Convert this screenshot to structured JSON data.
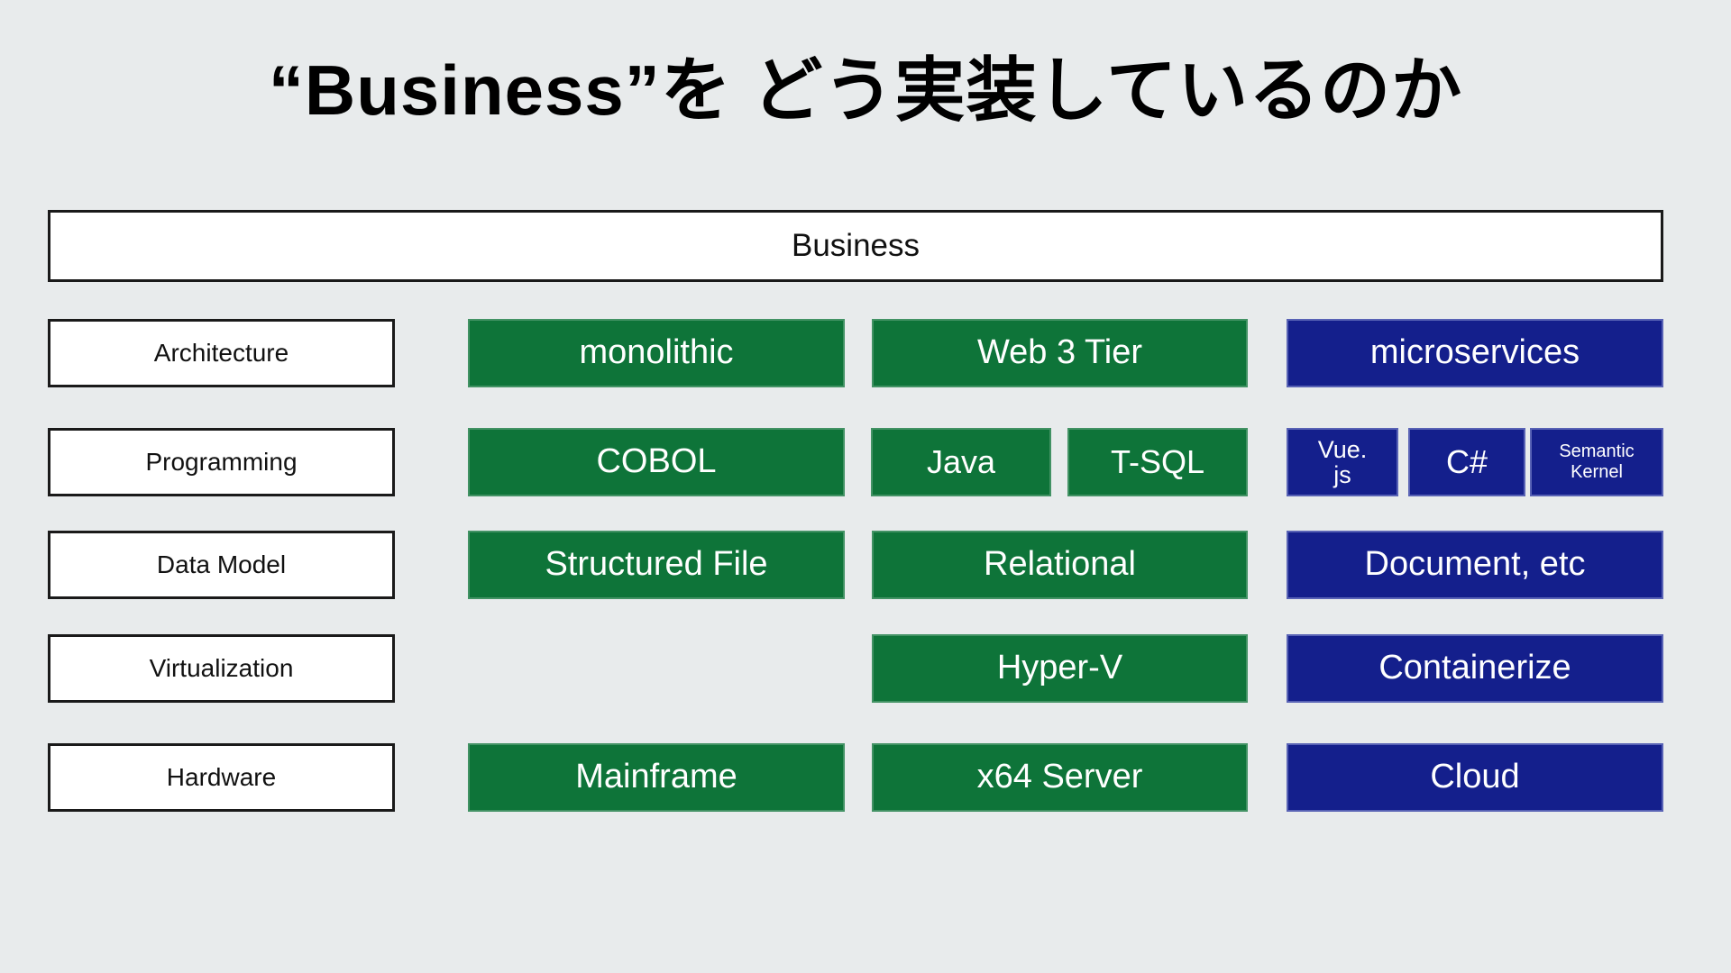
{
  "title": "“Business”を どう実装しているのか",
  "top_bar": {
    "label": "Business"
  },
  "colors": {
    "background": "#E8EBEC",
    "green": "#0E7439",
    "blue": "#141F8C"
  },
  "rows": [
    {
      "label": "Architecture",
      "cells": [
        {
          "lines": [
            "monolithic"
          ],
          "color": "green"
        },
        {
          "lines": [
            "Web 3 Tier"
          ],
          "color": "green"
        },
        {
          "lines": [
            "microservices"
          ],
          "color": "blue"
        }
      ]
    },
    {
      "label": "Programming",
      "cells": [
        {
          "lines": [
            "COBOL"
          ],
          "color": "green"
        },
        {
          "lines": [
            "Java"
          ],
          "color": "green"
        },
        {
          "lines": [
            "T-SQL"
          ],
          "color": "green"
        },
        {
          "lines": [
            "Vue.",
            "js"
          ],
          "color": "blue"
        },
        {
          "lines": [
            "C#"
          ],
          "color": "blue"
        },
        {
          "lines": [
            "Semantic",
            "Kernel"
          ],
          "color": "blue"
        }
      ]
    },
    {
      "label": "Data Model",
      "cells": [
        {
          "lines": [
            "Structured File"
          ],
          "color": "green"
        },
        {
          "lines": [
            "Relational"
          ],
          "color": "green"
        },
        {
          "lines": [
            "Document, etc"
          ],
          "color": "blue"
        }
      ]
    },
    {
      "label": "Virtualization",
      "cells": [
        {
          "lines": [
            "Hyper-V"
          ],
          "color": "green"
        },
        {
          "lines": [
            "Containerize"
          ],
          "color": "blue"
        }
      ]
    },
    {
      "label": "Hardware",
      "cells": [
        {
          "lines": [
            "Mainframe"
          ],
          "color": "green"
        },
        {
          "lines": [
            "x64 Server"
          ],
          "color": "green"
        },
        {
          "lines": [
            "Cloud"
          ],
          "color": "blue"
        }
      ]
    }
  ]
}
